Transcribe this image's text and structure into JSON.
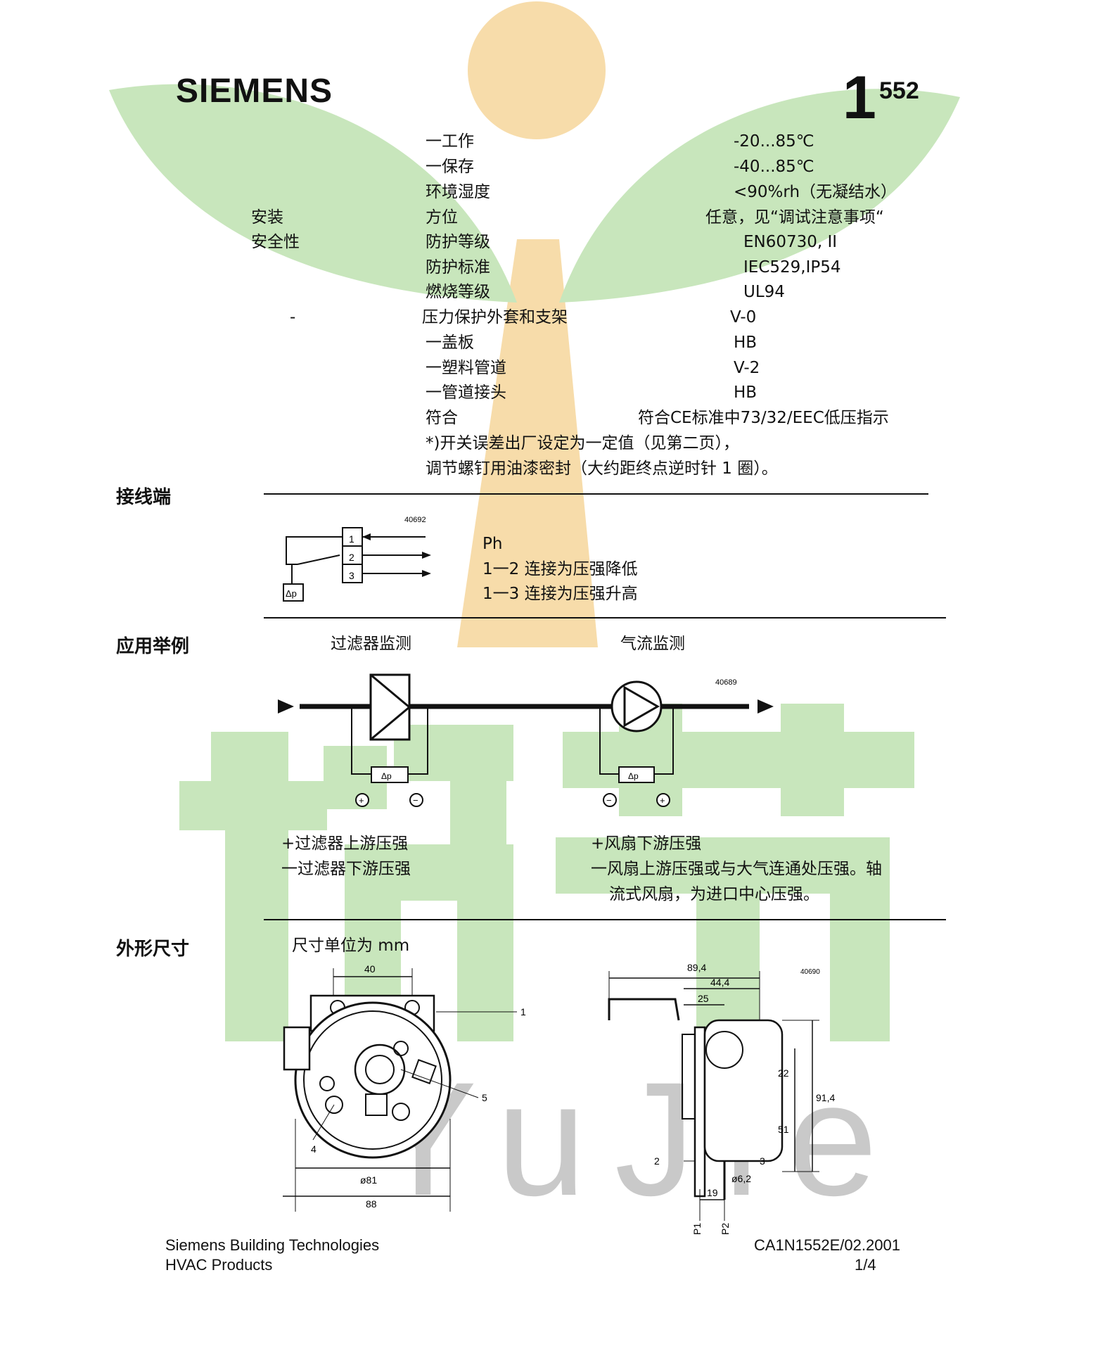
{
  "header": {
    "brand": "SIEMENS",
    "doc_number": "1",
    "doc_number_sup": "552"
  },
  "watermark": {
    "text": "YuJie",
    "colors": {
      "leaf": "#c8e6bc",
      "sun": "#f7dcaa",
      "text": "#c9c9c9"
    }
  },
  "specs": {
    "rows": [
      {
        "section": "",
        "item": "一工作",
        "value": "-20...85℃"
      },
      {
        "section": "",
        "item": "一保存",
        "value": "-40...85℃"
      },
      {
        "section": "",
        "item": "环境湿度",
        "value": "<90%rh（无凝结水）"
      },
      {
        "section": "安装",
        "item": "方位",
        "value": "任意，见“调试注意事项“"
      },
      {
        "section": "安全性",
        "item": "防护等级",
        "value": "EN60730, II"
      },
      {
        "section": "",
        "item": "防护标准",
        "value": "IEC529,IP54"
      },
      {
        "section": "",
        "item": "燃烧等级",
        "value": "UL94"
      },
      {
        "section": "-",
        "item": "压力保护外套和支架",
        "value": "V-0"
      },
      {
        "section": "",
        "item": "一盖板",
        "value": "HB"
      },
      {
        "section": "",
        "item": "一塑料管道",
        "value": "V-2"
      },
      {
        "section": "",
        "item": "一管道接头",
        "value": "HB"
      },
      {
        "section": "",
        "item": "符合",
        "value": "符合CE标准中73/32/EEC低压指示"
      }
    ],
    "note_1": "*)开关误差出厂设定为一定值（见第二页），",
    "note_2": "调节螺钉用油漆密封（大约距终点逆时针 1 圈）。"
  },
  "wiring": {
    "heading": "接线端",
    "fig_id": "40692",
    "terminal_1": "1",
    "terminal_2": "2",
    "terminal_3": "3",
    "dp": "Δp",
    "ph": "Ph",
    "line_1": "1一2 连接为压强降低",
    "line_2": "1一3 连接为压强升高"
  },
  "application": {
    "heading": "应用举例",
    "left_title": "过滤器监测",
    "right_title": "气流监测",
    "fig_id": "40689",
    "dp": "Δp",
    "plus": "+",
    "minus": "−",
    "left_plus_text": "+过滤器上游压强",
    "left_minus_text": "一过滤器下游压强",
    "right_plus_text": "+风扇下游压强",
    "right_minus_text_1": "一风扇上游压强或与大气连通处压强。轴",
    "right_minus_text_2": "流式风扇，为进口中心压强。"
  },
  "dimensions": {
    "heading": "外形尺寸",
    "unit_note": "尺寸单位为 mm",
    "fig_id": "40690",
    "d_40": "40",
    "d_81": "ø81",
    "d_88": "88",
    "d_89_4": "89,4",
    "d_44_4": "44,4",
    "d_25": "25",
    "d_22": "22",
    "d_91_4": "91,4",
    "d_51": "51",
    "d_6_2": "ø6,2",
    "d_19": "19",
    "callout_1": "1",
    "callout_2": "2",
    "callout_3": "3",
    "callout_4": "4",
    "callout_5": "5",
    "p1": "P1",
    "p2": "P2"
  },
  "footer": {
    "company": "Siemens Building Technologies",
    "division": "HVAC Products",
    "doc_code": "CA1N1552E/02.2001",
    "page": "1/4"
  }
}
